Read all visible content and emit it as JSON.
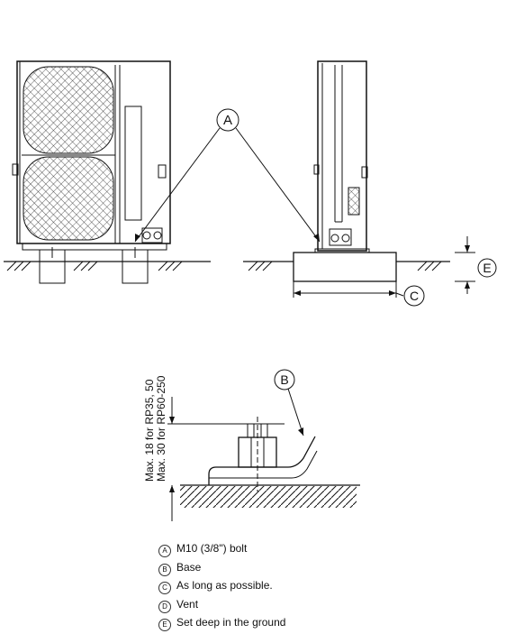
{
  "callouts": {
    "a": "A",
    "b": "B",
    "c": "C",
    "e": "E"
  },
  "bolt_height_notes": [
    "Max. 18 for RP35, 50",
    "Max. 30 for RP60-250"
  ],
  "legend": [
    {
      "mark": "A",
      "text": "M10 (3/8\") bolt"
    },
    {
      "mark": "B",
      "text": "Base"
    },
    {
      "mark": "C",
      "text": "As long as possible."
    },
    {
      "mark": "D",
      "text": "Vent"
    },
    {
      "mark": "E",
      "text": "Set deep in the ground"
    }
  ]
}
